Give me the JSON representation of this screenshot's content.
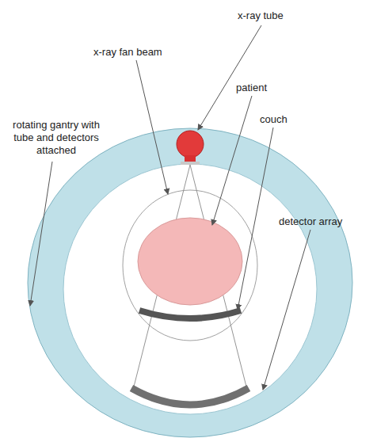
{
  "diagram": {
    "labels": [
      "x-ray tube",
      "x-ray fan beam",
      "patient",
      "couch",
      "rotating gantry with tube and detectors attached",
      "detector array"
    ]
  }
}
